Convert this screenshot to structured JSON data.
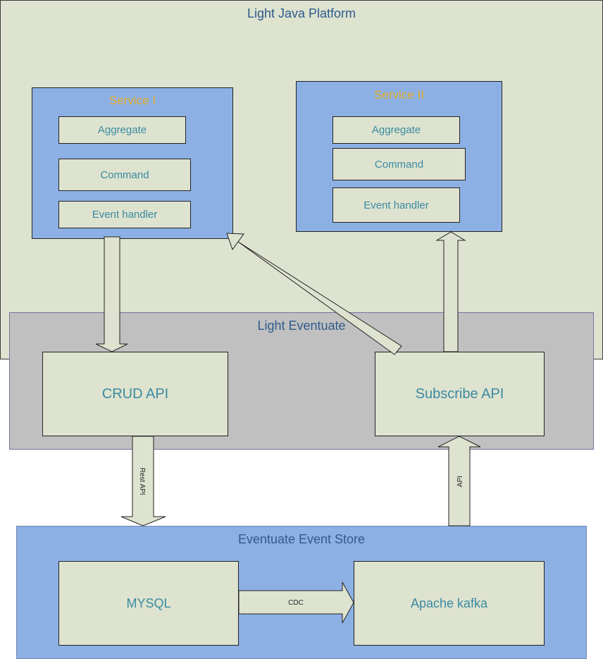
{
  "platform": {
    "title": "Light Java Platform"
  },
  "service1": {
    "title": "Service I",
    "items": [
      "Aggregate",
      "Command",
      "Event handler"
    ]
  },
  "service2": {
    "title": "Service II",
    "items": [
      "Aggregate",
      "Command",
      "Event handler"
    ]
  },
  "eventuate": {
    "title": "Light Eventuate",
    "crud": "CRUD API",
    "subscribe": "Subscribe API"
  },
  "store": {
    "title": "Eventuate Event Store",
    "mysql": "MYSQL",
    "kafka": "Apache kafka"
  },
  "arrows": {
    "rest_api": "Rest API",
    "api": "API",
    "cdc": "CDC"
  }
}
